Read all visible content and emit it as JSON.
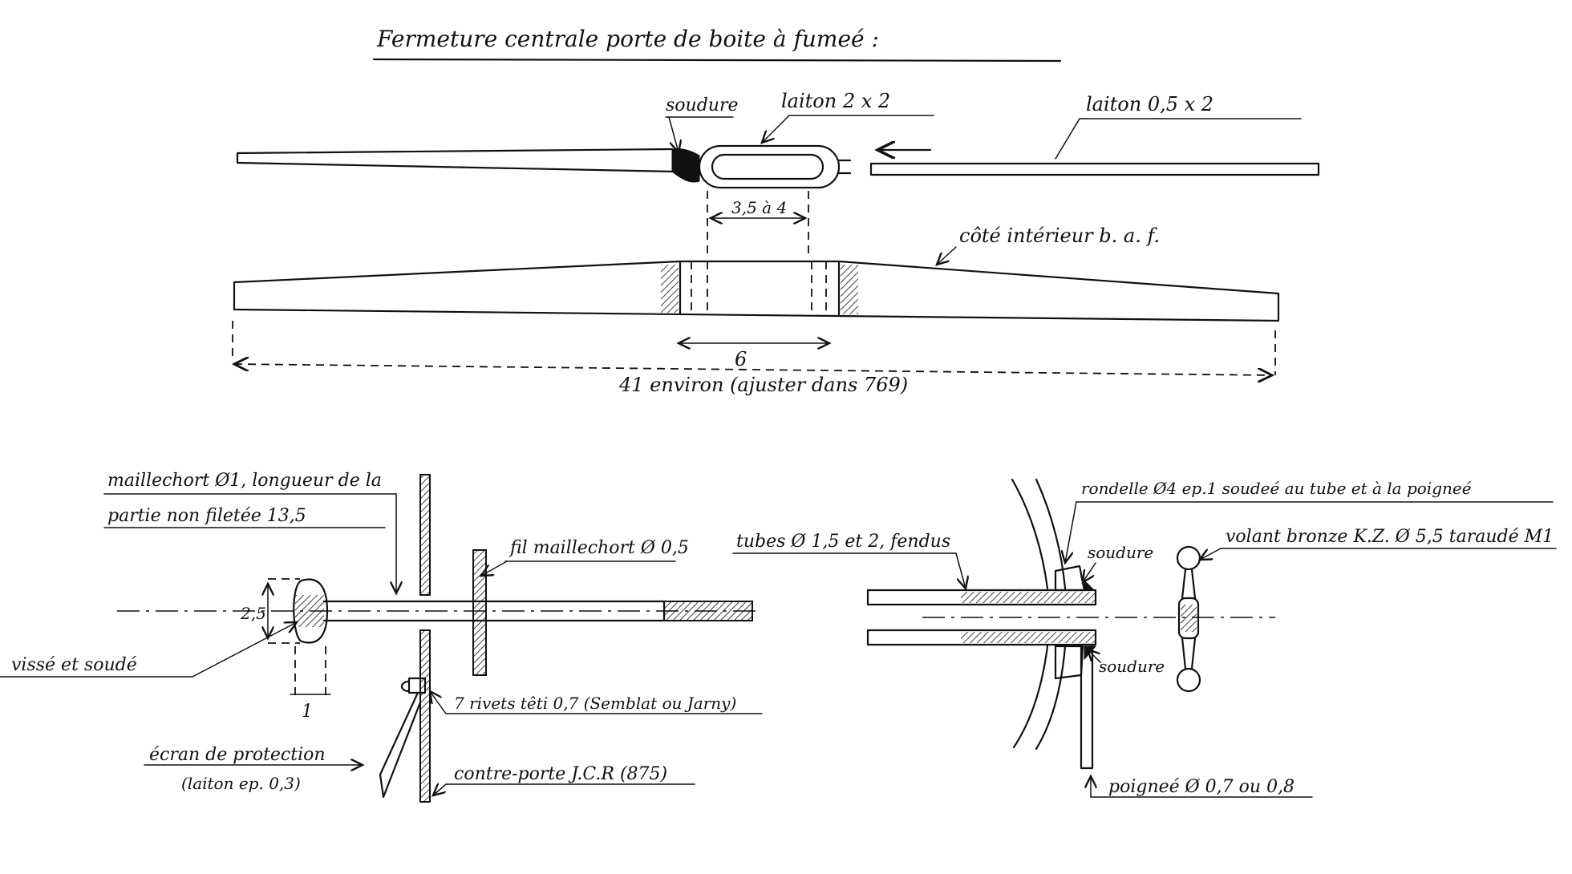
{
  "title": "Fermeture centrale porte de boite à fumeé :",
  "top_drawing": {
    "label_soudure": "soudure",
    "label_laiton_2x2": "laiton 2 x 2",
    "label_laiton_05x2": "laiton 0,5 x 2",
    "dim_35a4": "3,5 à 4",
    "label_cote_interieur": "côté intérieur b. a. f.",
    "dim_6": "6",
    "dim_41": "41 environ (ajuster dans 769)"
  },
  "bottom_left": {
    "label_maillechort_line1": "maillechort Ø1, longueur de la",
    "label_maillechort_line2": "partie non filetée 13,5",
    "label_fil": "fil maillechort Ø 0,5",
    "dim_25": "2,5",
    "label_visse": "vissé et soudé",
    "dim_1": "1",
    "label_rivets": "7 rivets têti 0,7 (Semblat ou Jarny)",
    "label_ecran_line1": "écran de protection",
    "label_ecran_line2": "(laiton ep. 0,3)",
    "label_contre_porte": "contre-porte J.C.R (875)"
  },
  "bottom_right": {
    "label_rondelle": "rondelle Ø4 ep.1 soudeé au tube et à la poigneé",
    "label_tubes": "tubes Ø 1,5 et 2, fendus",
    "label_soudure_top": "soudure",
    "label_volant": "volant bronze K.Z. Ø 5,5 taraudé M1",
    "label_soudure_bottom": "soudure",
    "label_poignee": "poigneé Ø 0,7 ou 0,8"
  }
}
